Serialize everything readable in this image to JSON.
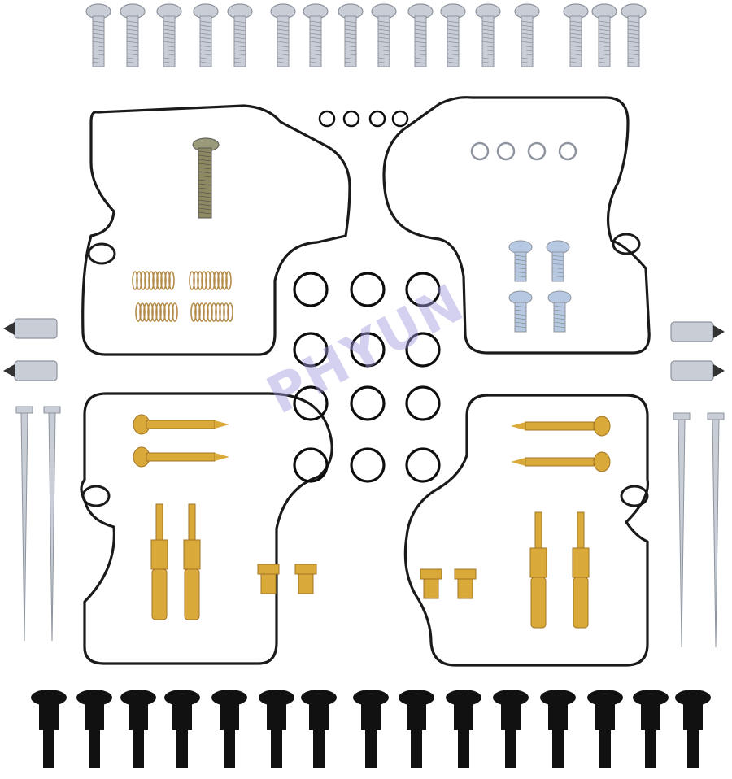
{
  "image": {
    "subject": "carburetor-rebuild-kit-parts-layout",
    "background_color": "#ffffff",
    "watermark_text": "PHYUN"
  },
  "colors": {
    "silver": "#c9ced6",
    "silver_dark": "#8d949e",
    "blue_screw": "#b7c9e2",
    "brass": "#d9a93a",
    "brass_dark": "#a27524",
    "black": "#111111",
    "gasket": "#1a1a1a",
    "spring": "#b38b4a",
    "oring": "#0d0d0d"
  },
  "counts": {
    "top_screws": 16,
    "bottom_bolts": 15,
    "orings_center": 12,
    "gaskets": 4,
    "pilot_screws": 4,
    "main_jets": 4,
    "needle_jets": 4,
    "float_needles": 4,
    "long_needles": 4,
    "springs": 4
  }
}
